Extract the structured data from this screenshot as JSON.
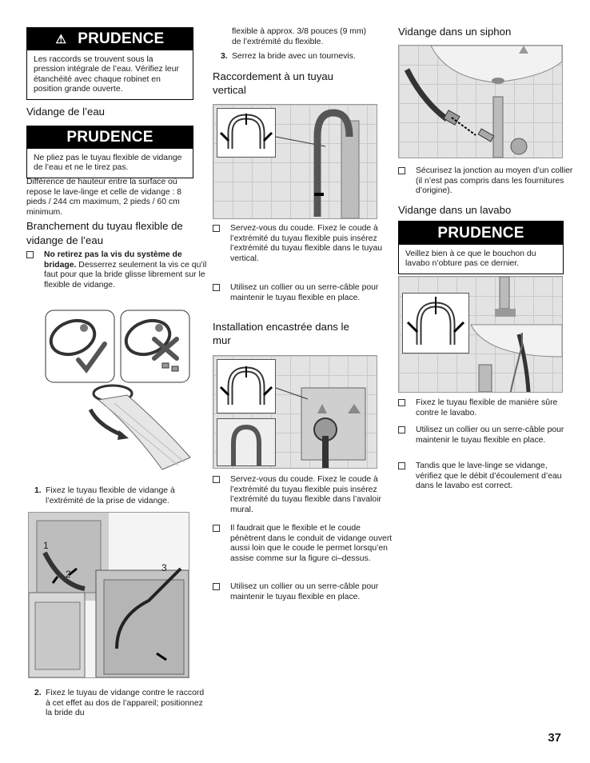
{
  "col1": {
    "caution1": {
      "title": "PRUDENCE",
      "body": "Les raccords se trouvent sous la pression intégrale de l’eau. Vérifiez leur étanchéité avec chaque robinet en position grande ouverte."
    },
    "heading_vidange": "Vidange de l’eau",
    "caution2": {
      "title": "PRUDENCE",
      "body": "Ne pliez pas le tuyau flexible de vidange de l’eau et ne le tirez pas."
    },
    "height_text": "Différence de hauteur entre la surface où repose le lave-linge et celle de vidange : 8 pieds / 244 cm maximum, 2 pieds / 60 cm minimum.",
    "heading_branchement": "Branchement du tuyau flexible de vidange de l’eau",
    "bullet_bold": "No retirez pas la vis du système de bridage.",
    "bullet_rest": " Desserrez seulement la vis ce qu’il faut pour que la bride glisse librement sur le flexible de vidange.",
    "step1_num": "1.",
    "step1": "Fixez le tuyau flexible de vidange à l’extrémité de la prise de vidange.",
    "fig_labels": [
      "1",
      "2",
      "3"
    ],
    "step2_num": "2.",
    "step2": "Fixez le tuyau de vidange contre le raccord à cet effet au dos de l’appareil; positionnez la bride du"
  },
  "col2": {
    "cont": "flexible à approx. 3/8 pouces (9 mm) de l’extrémité du flexible.",
    "step3_num": "3.",
    "step3": "Serrez la bride avec un tournevis.",
    "heading_vertical": "Raccordement à un tuyau vertical",
    "vertical_bullets": [
      "Servez-vous du coude. Fixez le coude à l’extrémité du tuyau flexible puis insérez l’extrémité du tuyau flexible dans le tuyau vertical.",
      "Utilisez un collier ou un serre-câble pour maintenir le tuyau flexible en place."
    ],
    "heading_mur": "Installation encastrée dans le mur",
    "mur_bullets": [
      "Servez-vous du coude. Fixez le coude à l’extrémité du tuyau flexible puis insérez l’extrémité du tuyau flexible dans l’avaloir mural.",
      "Il faudrait que le flexible et le coude pénètrent dans le conduit de vidange ouvert aussi loin que le coude le permet lorsqu’en assise comme sur la figure ci–dessus.",
      "Utilisez un collier ou un serre-câble pour maintenir le tuyau flexible en place."
    ]
  },
  "col3": {
    "heading_siphon": "Vidange dans un siphon",
    "siphon_bullet": "Sécurisez la jonction au moyen d’un collier (il n’est pas compris dans les fournitures d’origine).",
    "heading_lavabo": "Vidange dans un lavabo",
    "caution3": {
      "title": "PRUDENCE",
      "body": "Veillez bien à ce que le bouchon du lavabo n’obture pas ce dernier."
    },
    "lavabo_bullets": [
      "Fixez le tuyau flexible de manière sûre contre le lavabo.",
      "Utilisez un collier ou un serre-câble pour maintenir le tuyau flexible en place.",
      "Tandis que le lave-linge se vidange, vérifiez que le débit d’écoulement d’eau dans le lavabo est correct."
    ]
  },
  "page_number": "37"
}
